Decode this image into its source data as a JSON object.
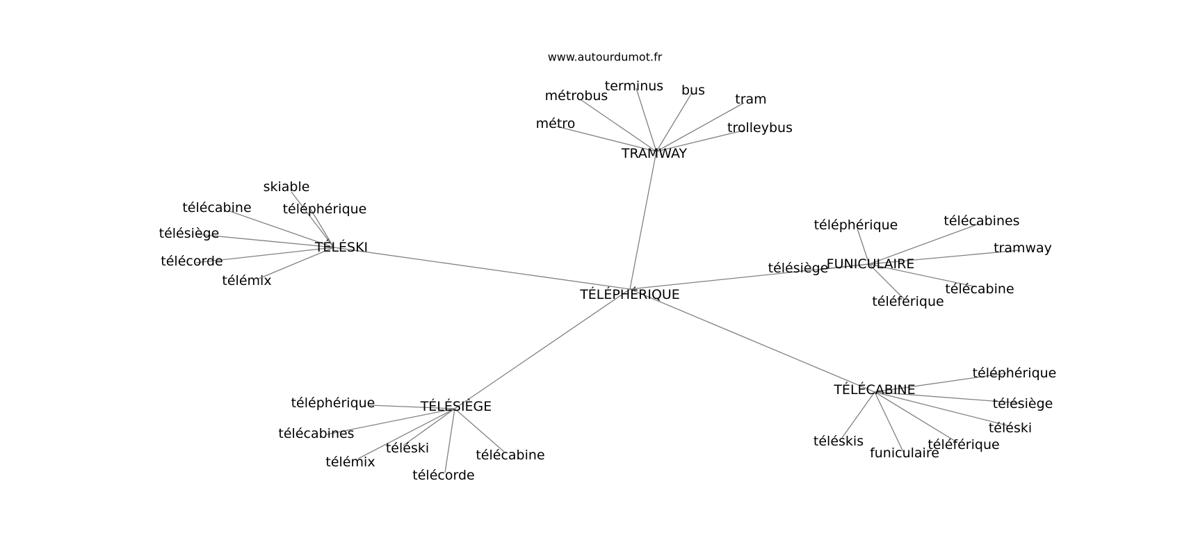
{
  "source_text": "www.autourdumot.fr",
  "center": {
    "id": "center",
    "label": "TÉLÉPHÉRIQUE"
  },
  "clusters": [
    {
      "id": "tramway",
      "label": "TRAMWAY",
      "leaves": [
        "métro",
        "métrobus",
        "terminus",
        "bus",
        "tram",
        "trolleybus"
      ]
    },
    {
      "id": "teleski",
      "label": "TÉLÉSKI",
      "leaves": [
        "skiable",
        "télécabine",
        "téléphérique",
        "télésiège",
        "télécorde",
        "télémix"
      ]
    },
    {
      "id": "funiculaire",
      "label": "FUNICULAIRE",
      "leaves": [
        "téléphérique",
        "télécabines",
        "tramway",
        "télésiège",
        "télécabine",
        "téléférique"
      ]
    },
    {
      "id": "telesiege",
      "label": "TÉLÉSIÈGE",
      "leaves": [
        "téléphérique",
        "télécabines",
        "télémix",
        "téléski",
        "télécorde",
        "télécabine"
      ]
    },
    {
      "id": "telecabine",
      "label": "TÉLÉCABINE",
      "leaves": [
        "téléphérique",
        "télésiège",
        "téléski",
        "téléférique",
        "funiculaire",
        "téléskis"
      ]
    }
  ]
}
